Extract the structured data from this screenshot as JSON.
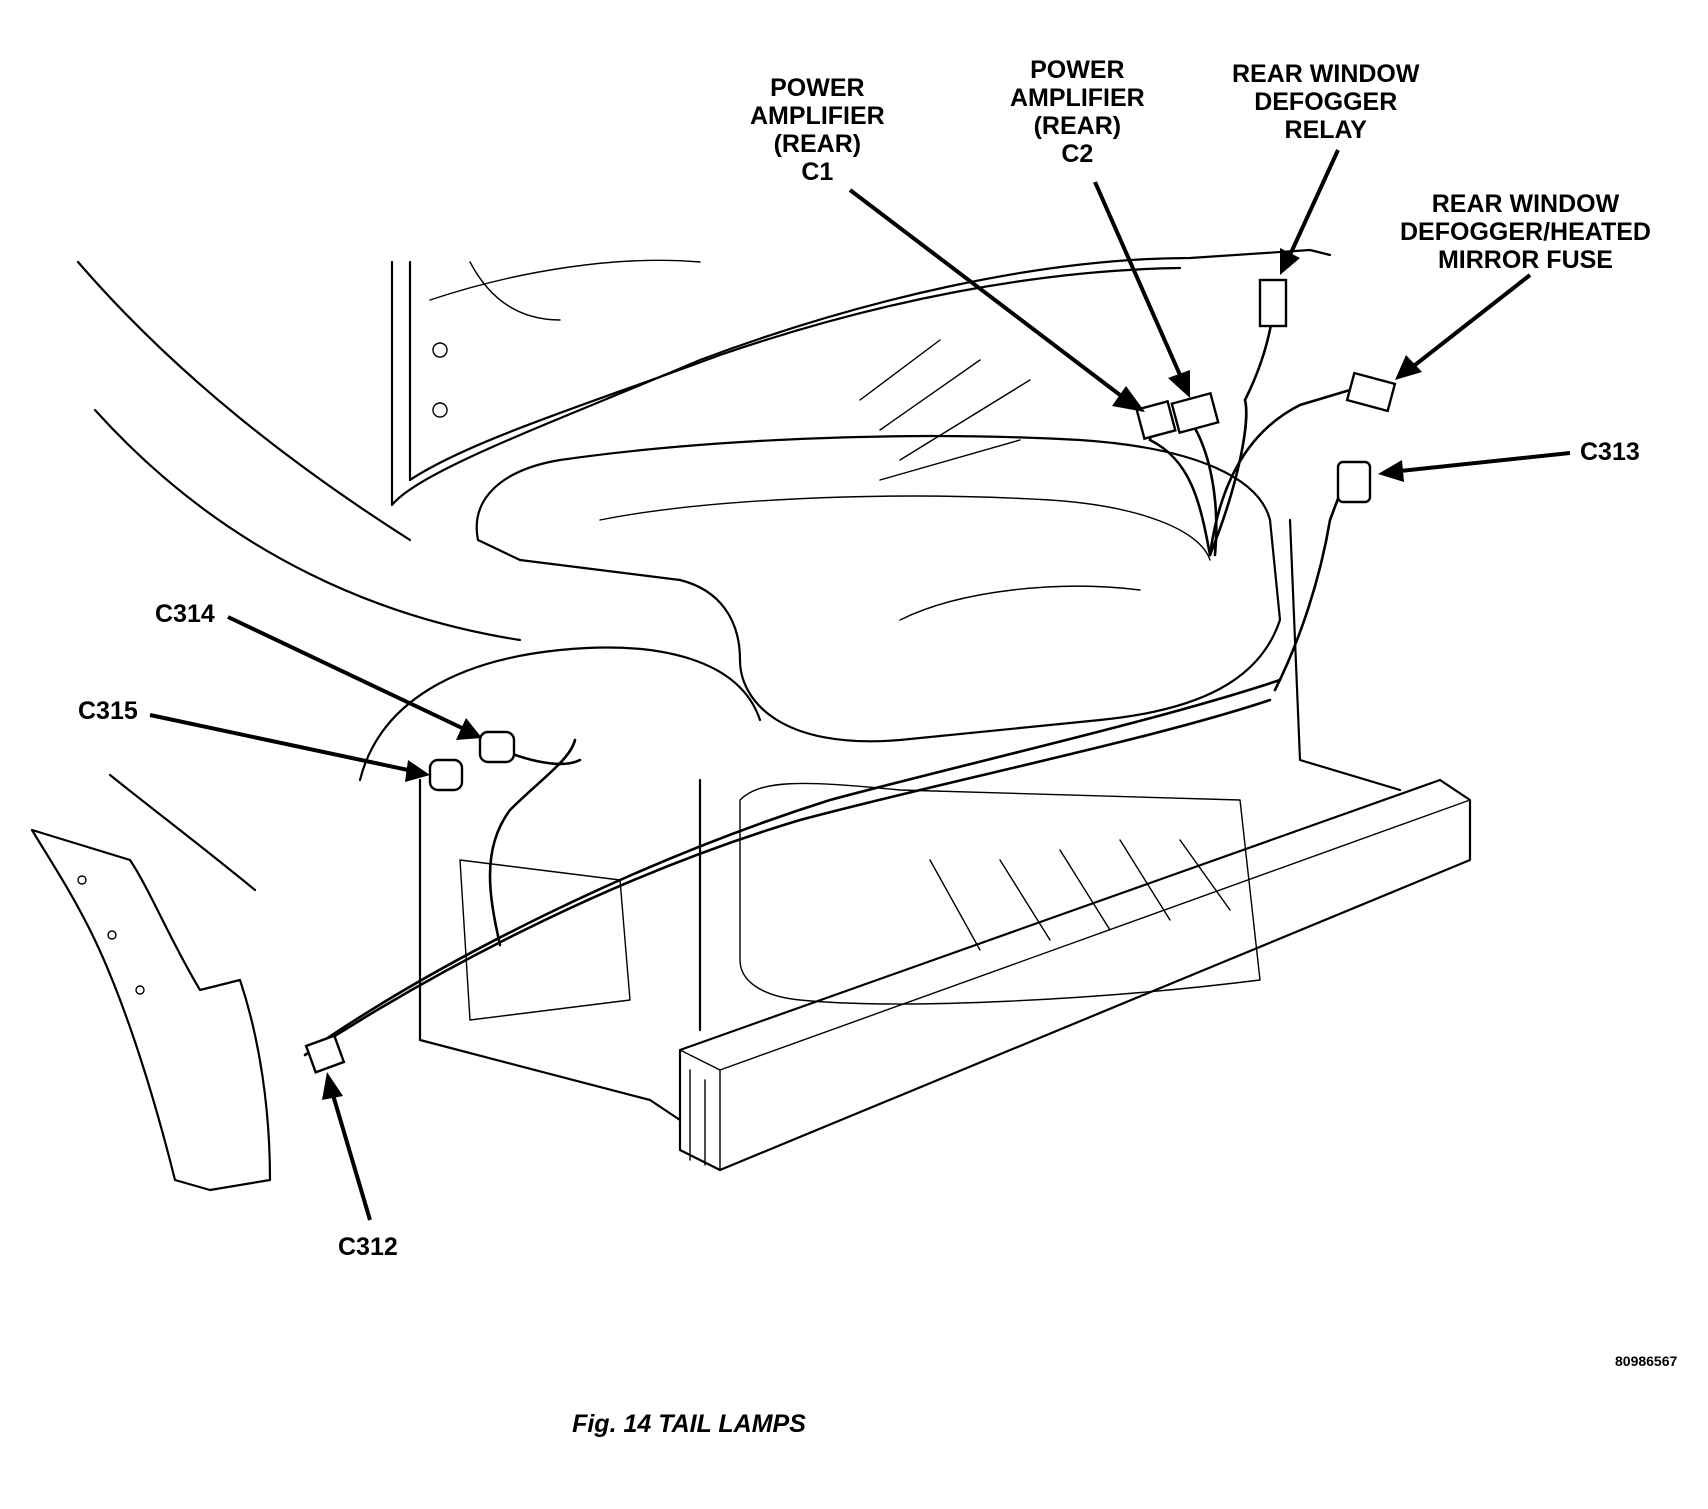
{
  "labels": {
    "power_amp_c1": [
      "POWER",
      "AMPLIFIER",
      "(REAR)",
      "C1"
    ],
    "power_amp_c2": [
      "POWER",
      "AMPLIFIER",
      "(REAR)",
      "C2"
    ],
    "defogger_relay": [
      "REAR WINDOW",
      "DEFOGGER",
      "RELAY"
    ],
    "defogger_fuse": [
      "REAR WINDOW",
      "DEFOGGER/HEATED",
      "MIRROR FUSE"
    ],
    "c313": "C313",
    "c314": "C314",
    "c315": "C315",
    "c312": "C312"
  },
  "part_number": "80986567",
  "caption": "Fig. 14 TAIL LAMPS"
}
